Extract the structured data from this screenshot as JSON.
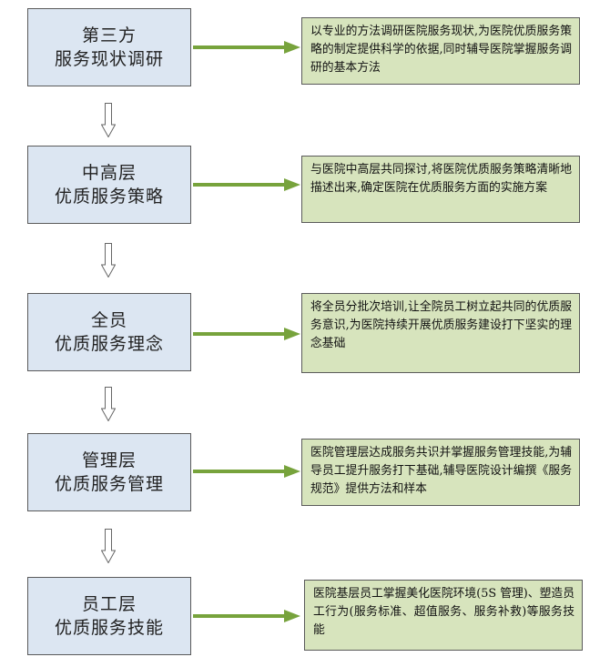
{
  "stages": [
    {
      "title_line1": "第三方",
      "title_line2": "服务现状调研",
      "description": "以专业的方法调研医院服务现状,为医院优质服务策略的制定提供科学的依据,同时辅导医院掌握服务调研的基本方法"
    },
    {
      "title_line1": "中高层",
      "title_line2": "优质服务策略",
      "description": "与医院中高层共同探讨,将医院优质服务策略清晰地描述出来,确定医院在优质服务方面的实施方案"
    },
    {
      "title_line1": "全员",
      "title_line2": "优质服务理念",
      "description": "将全员分批次培训,让全院员工树立起共同的优质服务意识,为医院持续开展优质服务建设打下坚实的理念基础"
    },
    {
      "title_line1": "管理层",
      "title_line2": "优质服务管理",
      "description": "医院管理层达成服务共识并掌握服务管理技能,为辅导员工提升服务打下基础,辅导医院设计编撰《服务规范》提供方法和样本"
    },
    {
      "title_line1": "员工层",
      "title_line2": "优质服务技能",
      "description": "医院基层员工掌握美化医院环境(5S 管理)、塑造员工行为(服务标准、超值服务、服务补救)等服务技能"
    }
  ],
  "colors": {
    "step_fill": "#dce6f2",
    "description_fill": "#d7e4bd",
    "arrow_green": "#77a33c",
    "border": "#5a5a5a"
  }
}
